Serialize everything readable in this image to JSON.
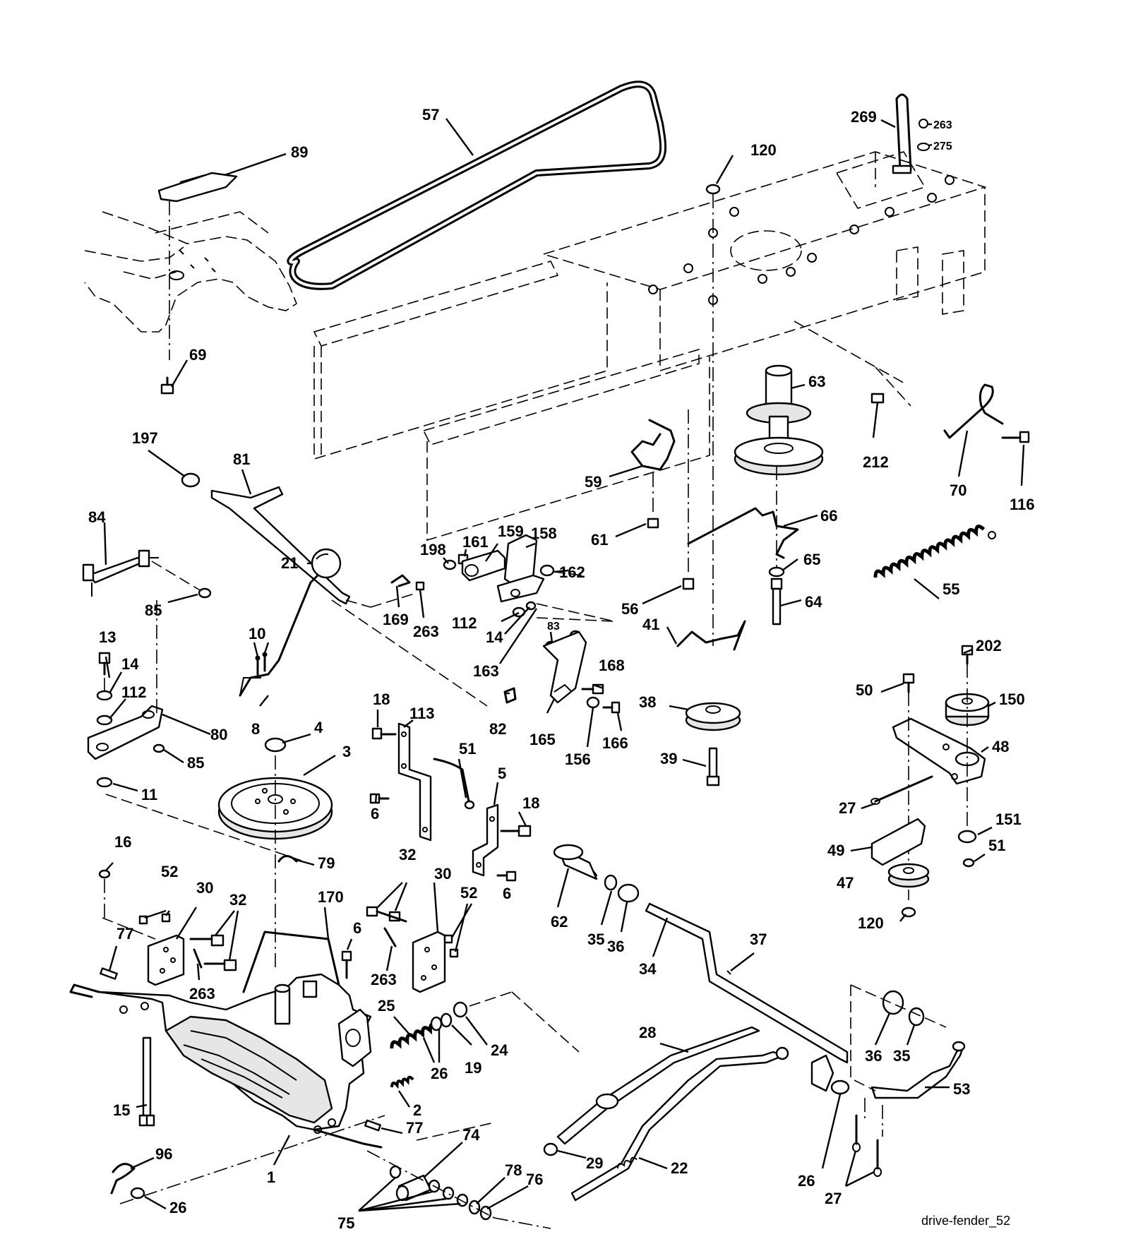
{
  "caption": "drive-fender_52",
  "labels": {
    "p57": "57",
    "p89": "89",
    "p69": "69",
    "p120a": "120",
    "p269": "269",
    "p263a": "263",
    "p275": "275",
    "p63": "63",
    "p212": "212",
    "p70": "70",
    "p116": "116",
    "p197": "197",
    "p81": "81",
    "p84": "84",
    "p85a": "85",
    "p59": "59",
    "p61": "61",
    "p66": "66",
    "p198": "198",
    "p161": "161",
    "p159": "159",
    "p158": "158",
    "p162": "162",
    "p56": "56",
    "p65": "65",
    "p64": "64",
    "p55": "55",
    "p21": "21",
    "p10": "10",
    "p169": "169",
    "p263b": "263",
    "p112a": "112",
    "p14a": "14",
    "p83": "83",
    "p163": "163",
    "p41": "41",
    "p13": "13",
    "p14b": "14",
    "p112b": "112",
    "p80": "80",
    "p85b": "85",
    "p8": "8",
    "p168": "168",
    "p38": "38",
    "p202": "202",
    "p50": "50",
    "p150": "150",
    "p18a": "18",
    "p113": "113",
    "p82": "82",
    "p165": "165",
    "p156": "156",
    "p166": "166",
    "p4": "4",
    "p3": "3",
    "p11": "11",
    "p51a": "51",
    "p5": "5",
    "p39": "39",
    "p48": "48",
    "p27a": "27",
    "p6a": "6",
    "p18b": "18",
    "p151": "151",
    "p51b": "51",
    "p49": "49",
    "p16": "16",
    "p79": "79",
    "p52a": "52",
    "p30a": "30",
    "p32a": "32",
    "p170": "170",
    "p32b": "32",
    "p30b": "30",
    "p6b": "6",
    "p52b": "52",
    "p62": "62",
    "p47": "47",
    "p120b": "120",
    "p77a": "77",
    "p263c": "263",
    "p6c": "6",
    "p263d": "263",
    "p35a": "35",
    "p36a": "36",
    "p34": "34",
    "p37": "37",
    "p25": "25",
    "p24": "24",
    "p19": "19",
    "p26a": "26",
    "p28": "28",
    "p36b": "36",
    "p35b": "35",
    "p15": "15",
    "p2": "2",
    "p53": "53",
    "p77b": "77",
    "p74": "74",
    "p29": "29",
    "p26b": "26",
    "p27b": "27",
    "p96": "96",
    "p1": "1",
    "p78": "78",
    "p76": "76",
    "p22": "22",
    "p26c": "26",
    "p75": "75"
  }
}
